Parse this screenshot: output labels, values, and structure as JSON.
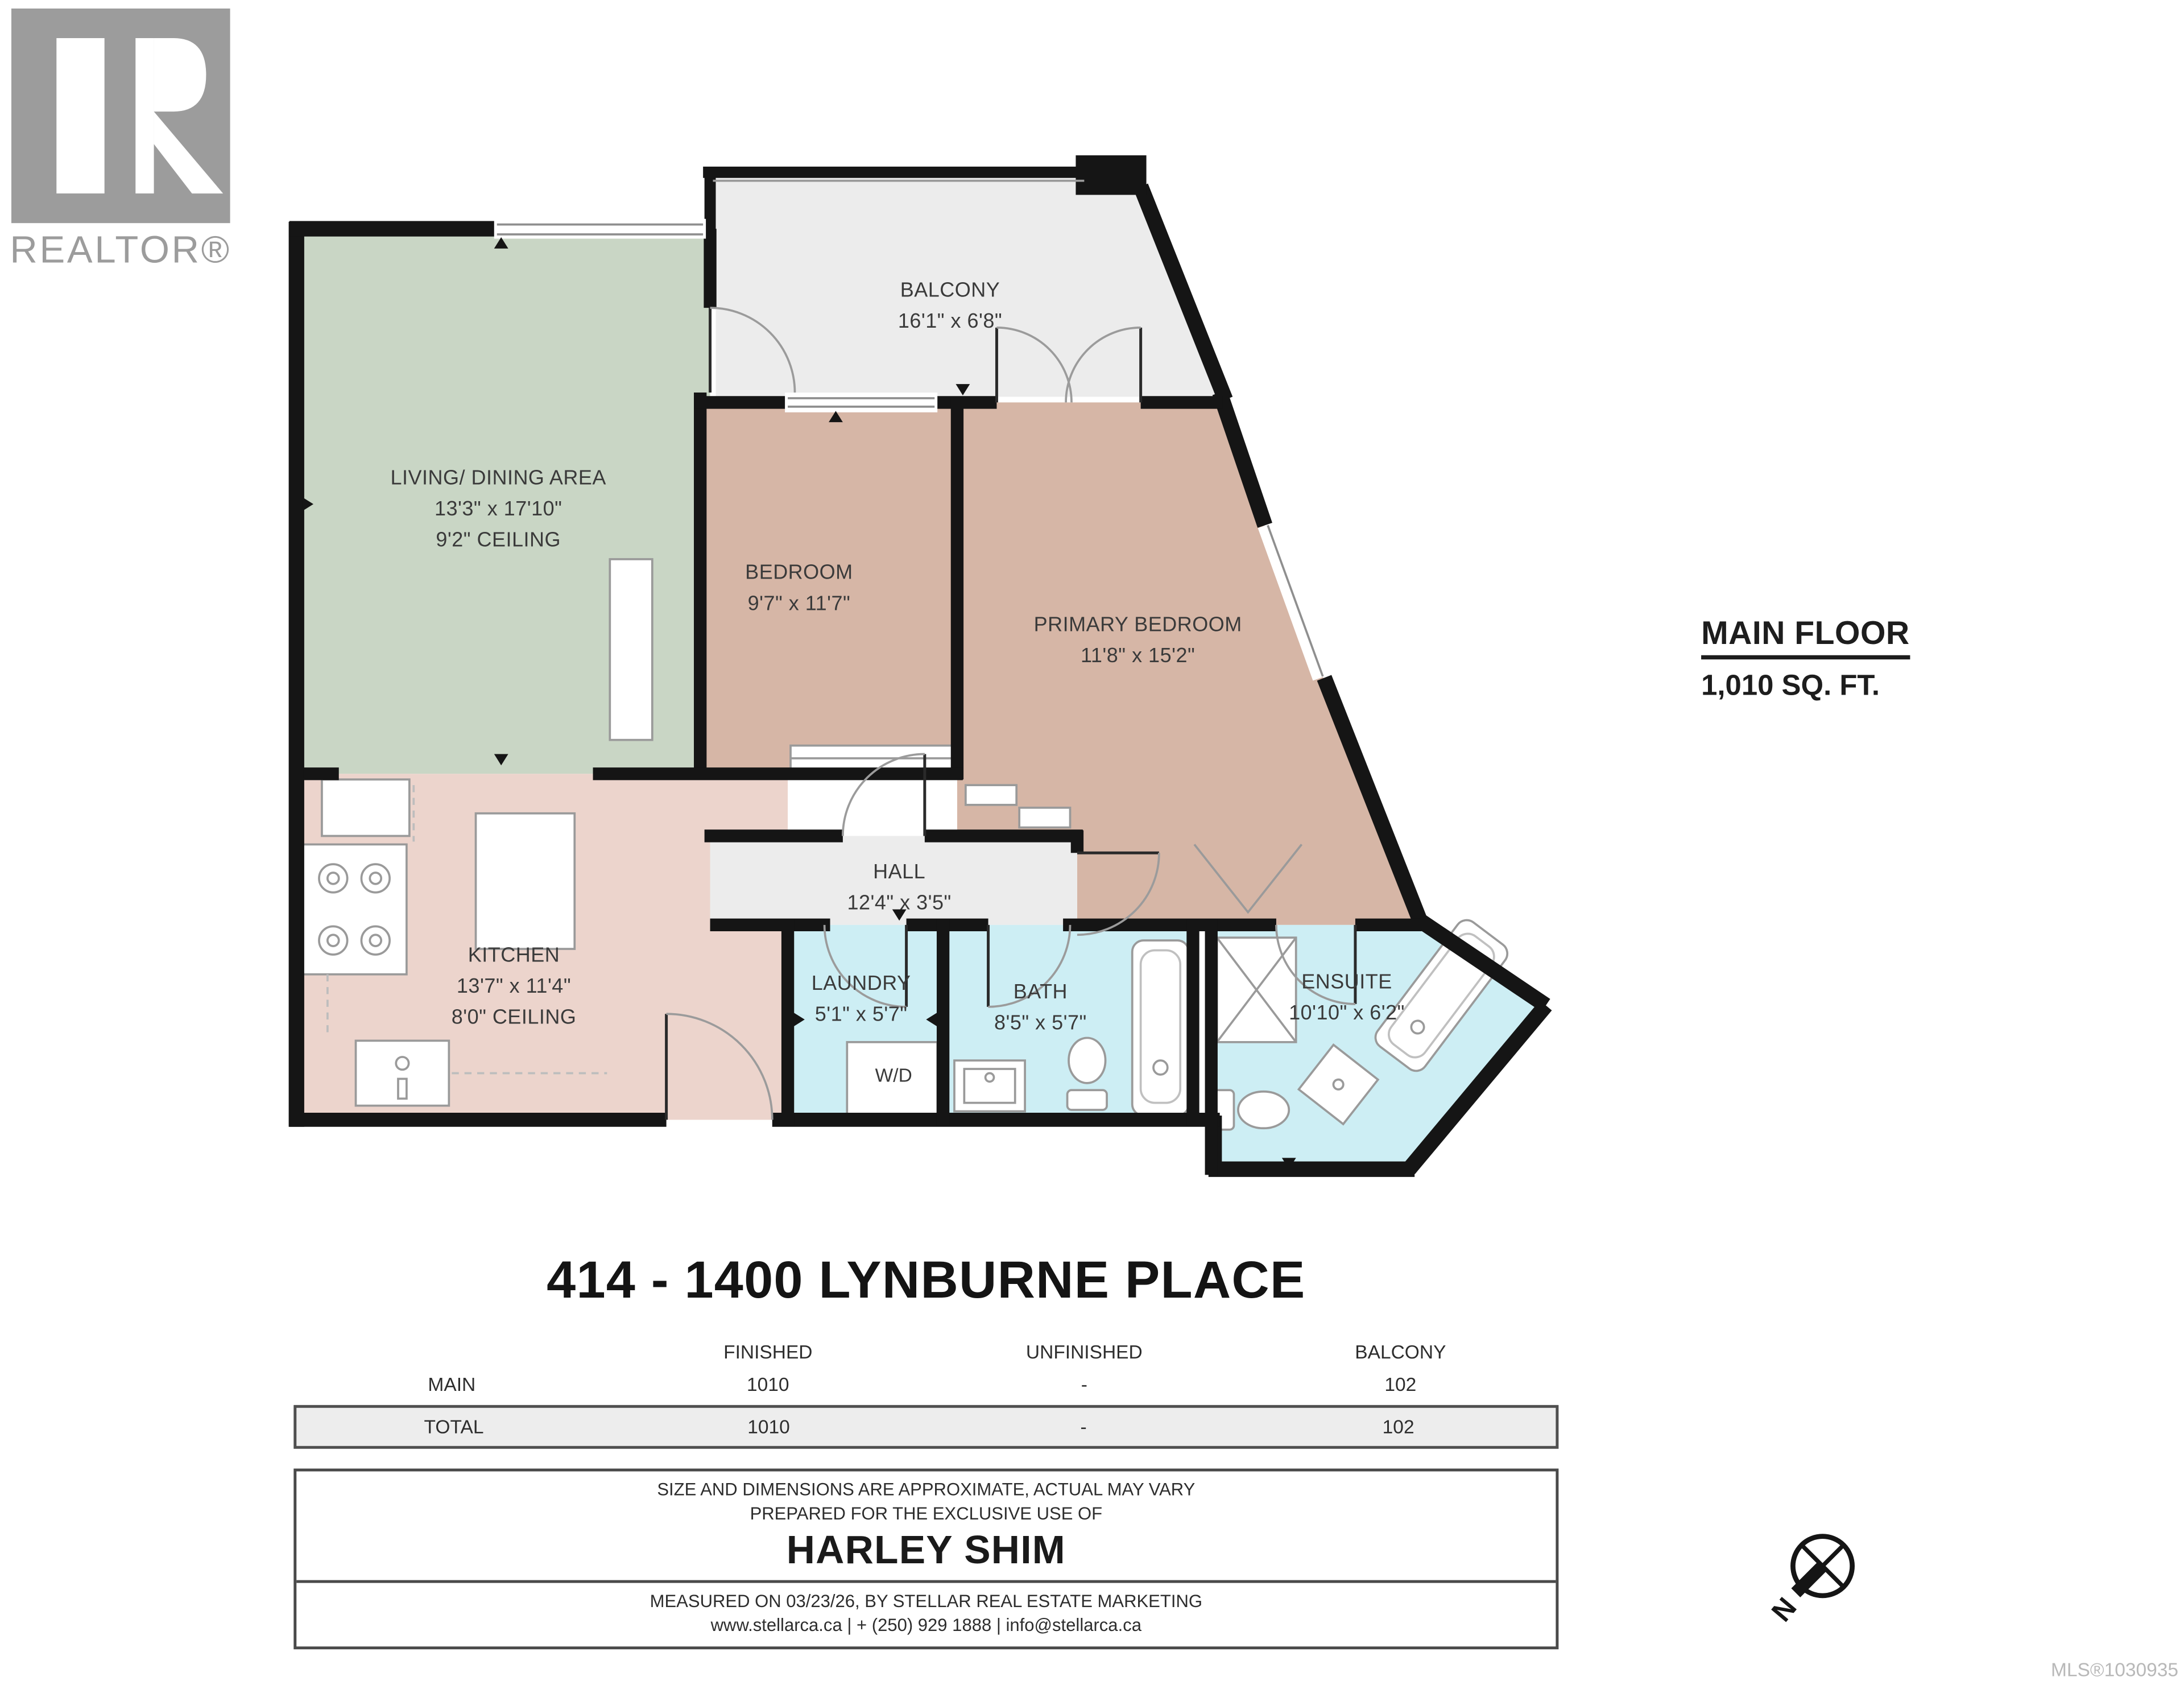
{
  "branding": {
    "realtor_text": "REALTOR®"
  },
  "plan": {
    "floor_label": "MAIN FLOOR",
    "floor_area": "1,010 SQ. FT.",
    "rooms": [
      {
        "name": "BALCONY",
        "dims": "16'1\" x 6'8\""
      },
      {
        "name": "LIVING/ DINING AREA",
        "dims": "13'3\" x 17'10\"",
        "extra": "9'2\" CEILING"
      },
      {
        "name": "BEDROOM",
        "dims": "9'7\" x 11'7\""
      },
      {
        "name": "PRIMARY BEDROOM",
        "dims": "11'8\" x 15'2\""
      },
      {
        "name": "KITCHEN",
        "dims": "13'7\" x 11'4\"",
        "extra": "8'0\" CEILING"
      },
      {
        "name": "HALL",
        "dims": "12'4\" x 3'5\""
      },
      {
        "name": "LAUNDRY",
        "dims": "5'1\" x 5'7\""
      },
      {
        "name": "BATH",
        "dims": "8'5\" x 5'7\""
      },
      {
        "name": "ENSUITE",
        "dims": "10'10\" x 6'2\""
      }
    ],
    "appliance_label": "W/D",
    "compass_label": "N"
  },
  "title": "414 - 1400 LYNBURNE PLACE",
  "area_table": {
    "headers": [
      "FINISHED",
      "UNFINISHED",
      "BALCONY"
    ],
    "rows": [
      {
        "label": "MAIN",
        "finished": "1010",
        "unfinished": "-",
        "balcony": "102"
      },
      {
        "label": "TOTAL",
        "finished": "1010",
        "unfinished": "-",
        "balcony": "102"
      }
    ]
  },
  "footer": {
    "disclaimer": "SIZE AND DIMENSIONS ARE APPROXIMATE, ACTUAL MAY VARY",
    "prepared_for": "PREPARED FOR THE EXCLUSIVE USE OF",
    "client_name": "HARLEY SHIM",
    "measured": "MEASURED ON 03/23/26, BY STELLAR REAL ESTATE MARKETING",
    "contact": "www.stellarca.ca | + (250) 929 1888 | info@stellarca.ca",
    "mls": "MLS®1030935"
  },
  "colors": {
    "living": "#c9d6c5",
    "bedroom": "#d6b6a6",
    "kitchen": "#ecd4cc",
    "bath": "#cdeef4",
    "hall": "#ececec",
    "wall": "#151515",
    "logo_gray": "#9c9c9c"
  }
}
